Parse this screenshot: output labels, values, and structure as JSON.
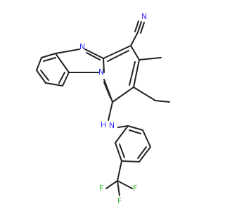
{
  "diagram": {
    "labels": {
      "n_nitrile": "N",
      "n_imine": "N",
      "n_ring": "N",
      "n_amine": "N",
      "h_amine": "H",
      "f_1": "F",
      "f_2": "F",
      "f_3": "F"
    },
    "colors": {
      "bond": "#222222",
      "nitrogen": "#3333ff",
      "fluorine": "#33bb33",
      "background": "#ffffff"
    }
  }
}
